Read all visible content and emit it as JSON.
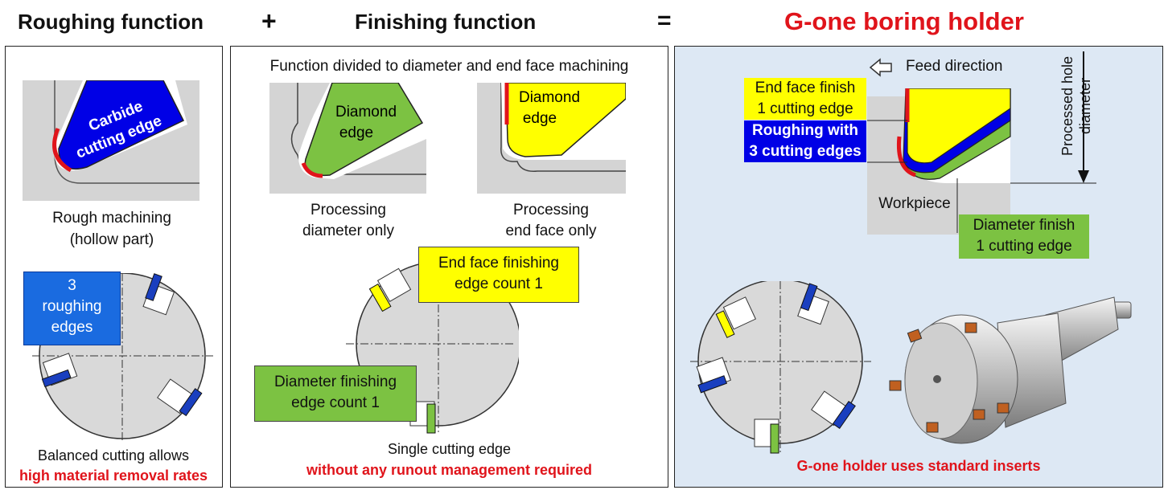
{
  "header": {
    "roughing_title": "Roughing function",
    "plus": "+",
    "finishing_title": "Finishing function",
    "equals": "=",
    "gone_title": "G-one boring holder"
  },
  "left": {
    "carbide_line1": "Carbide",
    "carbide_line2": "cutting edge",
    "rough_line1": "Rough machining",
    "rough_line2": "(hollow part)",
    "roughing_box_line1": "3",
    "roughing_box_line2": "roughing",
    "roughing_box_line3": "edges",
    "balanced": "Balanced cutting allows",
    "high_rate": "high material removal rates"
  },
  "middle": {
    "divided": "Function divided to diameter and end face machining",
    "diamond1_line1": "Diamond",
    "diamond1_line2": "edge",
    "diamond2_line1": "Diamond",
    "diamond2_line2": "edge",
    "proc_dia_line1": "Processing",
    "proc_dia_line2": "diameter only",
    "proc_end_line1": "Processing",
    "proc_end_line2": "end face only",
    "endface_box_line1": "End face finishing",
    "endface_box_line2": "edge count 1",
    "diameter_box_line1": "Diameter finishing",
    "diameter_box_line2": "edge count 1",
    "single": "Single cutting edge",
    "no_runout": "without any runout management required"
  },
  "right": {
    "feed": "Feed direction",
    "processed_line1": "Processed hole",
    "processed_line2": "diameter",
    "endface_finish_line1": "End face finish",
    "endface_finish_line2": "1 cutting edge",
    "roughing_line1": "Roughing with",
    "roughing_line2": "3 cutting edges",
    "workpiece": "Workpiece",
    "diameter_finish_line1": "Diameter finish",
    "diameter_finish_line2": "1 cutting edge",
    "standard_inserts": "G-one holder uses standard inserts"
  },
  "colors": {
    "red": "#e0141b",
    "blue": "#0000e6",
    "yellow": "#ffff00",
    "green": "#7cc242",
    "panel_bg": "#dde8f4",
    "gray": "#d4d4d4"
  }
}
